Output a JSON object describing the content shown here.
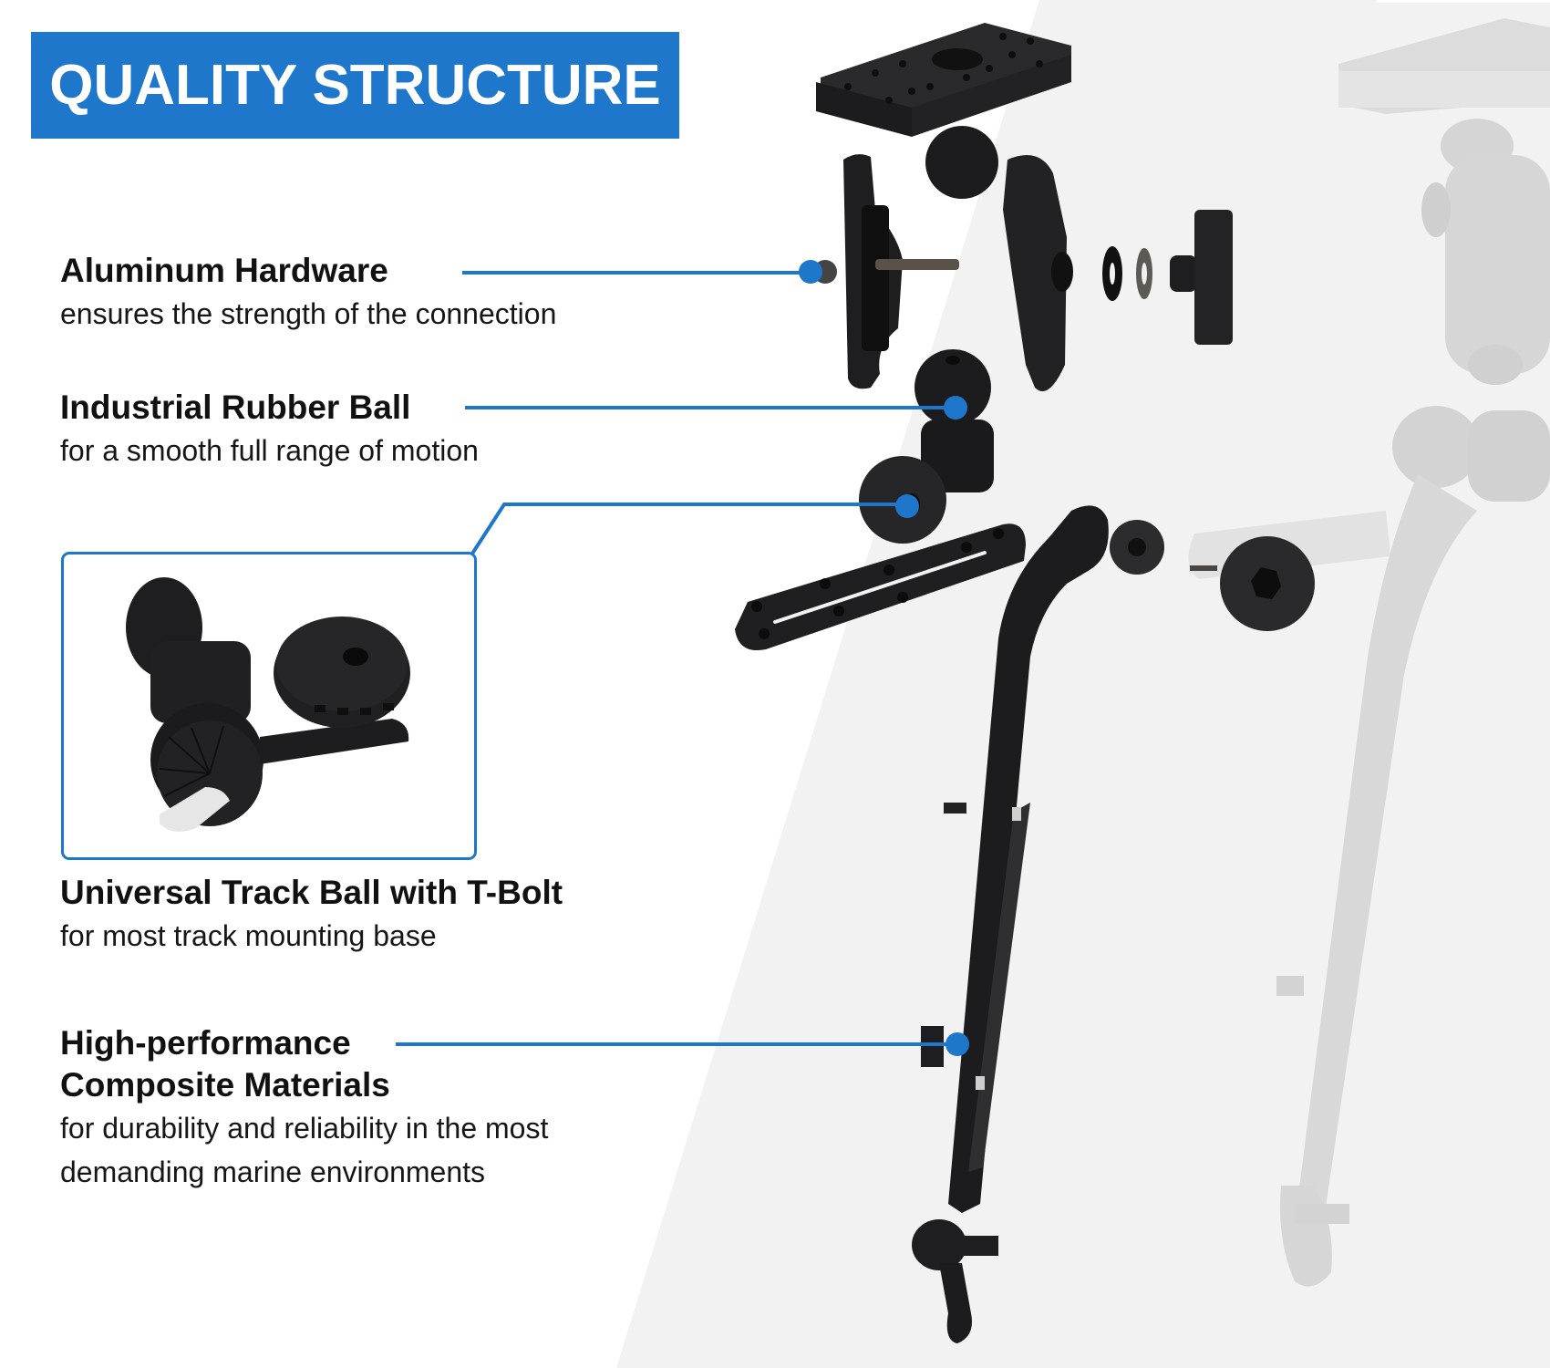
{
  "banner": {
    "title": "QUALITY STRUCTURE"
  },
  "features": [
    {
      "heading": "Aluminum Hardware",
      "description": "ensures the strength of the connection"
    },
    {
      "heading": "Industrial Rubber Ball",
      "description": "for a smooth full range of motion"
    },
    {
      "heading": "Universal Track Ball with T-Bolt",
      "description": "for most track mounting base"
    },
    {
      "heading_line1": "High-performance",
      "heading_line2": "Composite Materials",
      "description_line1": "for durability and reliability in the most",
      "description_line2": "demanding marine environments"
    }
  ],
  "colors": {
    "accent_blue": "#1f77cc",
    "background_grey": "#f2f2f2",
    "product_black": "#1c1c1e",
    "ghost_grey": "#d9d9d9",
    "text": "#111111"
  }
}
